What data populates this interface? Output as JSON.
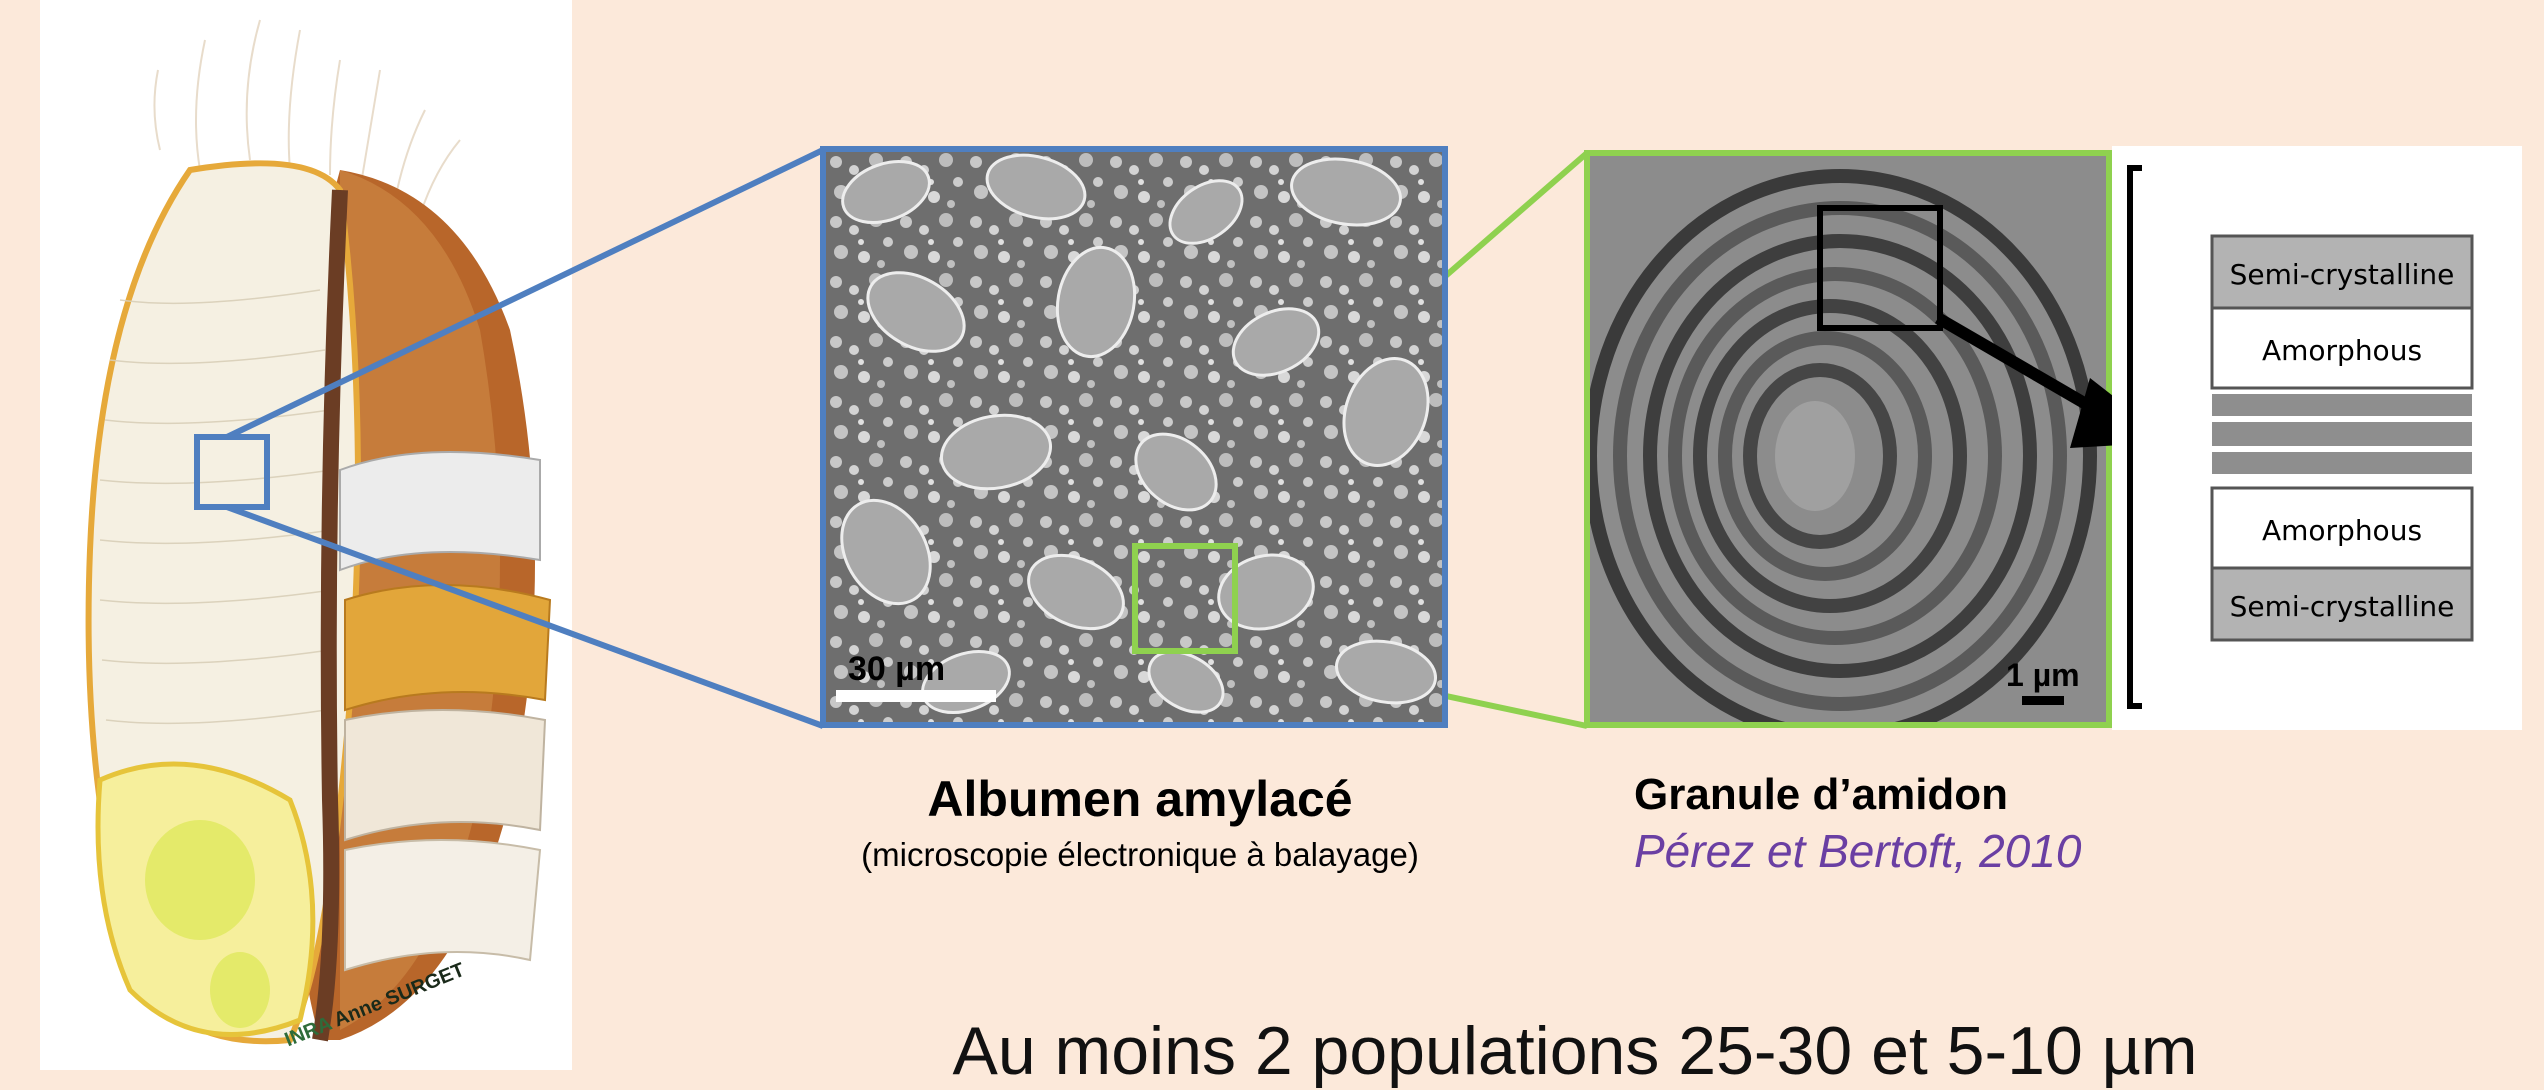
{
  "sem": {
    "title": "Albumen amylacé",
    "subtitle": "(microscopie électronique à balayage)",
    "scale_label": "30 µm"
  },
  "tem": {
    "title": "Granule d’amidon",
    "citation": "Pérez et Bertoft, 2010",
    "scale_label": "1 µm"
  },
  "layers": {
    "top_semicrystalline": "Semi-crystalline",
    "top_amorphous": "Amorphous",
    "bottom_amorphous": "Amorphous",
    "bottom_semicrystalline": "Semi-crystalline"
  },
  "credit": {
    "logo": "INRA",
    "author": "Anne SURGET"
  },
  "conclusion": "Au moins 2 populations 25-30 et 5-10 µm",
  "colors": {
    "background": "#fce9da",
    "blue_frame": "#4f7fc0",
    "green_frame": "#8fd14f",
    "citation": "#6a3fa3",
    "accent_corner": "#f08a3c"
  }
}
